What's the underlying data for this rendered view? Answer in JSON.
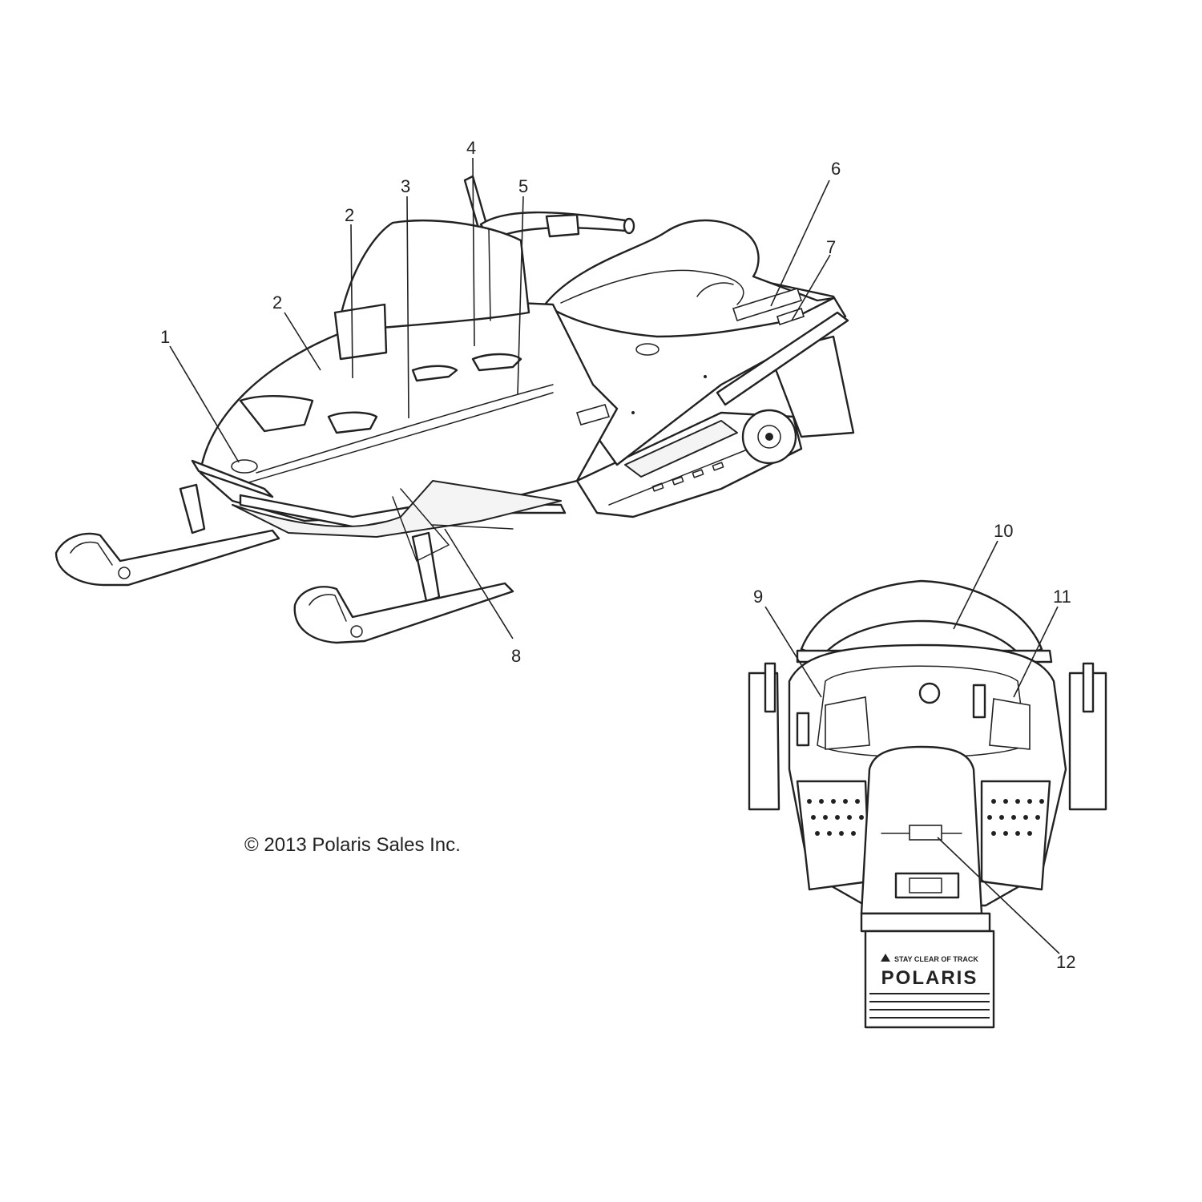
{
  "copyright": "© 2013 Polaris Sales Inc.",
  "callouts": [
    {
      "id": "1",
      "label": "1"
    },
    {
      "id": "2a",
      "label": "2"
    },
    {
      "id": "2b",
      "label": "2"
    },
    {
      "id": "3",
      "label": "3"
    },
    {
      "id": "4",
      "label": "4"
    },
    {
      "id": "5",
      "label": "5"
    },
    {
      "id": "6",
      "label": "6"
    },
    {
      "id": "7",
      "label": "7"
    },
    {
      "id": "8",
      "label": "8"
    },
    {
      "id": "9",
      "label": "9"
    },
    {
      "id": "10",
      "label": "10"
    },
    {
      "id": "11",
      "label": "11"
    },
    {
      "id": "12",
      "label": "12"
    }
  ],
  "snow_flap": {
    "warning": "STAY CLEAR OF TRACK",
    "brand": "POLARIS"
  }
}
